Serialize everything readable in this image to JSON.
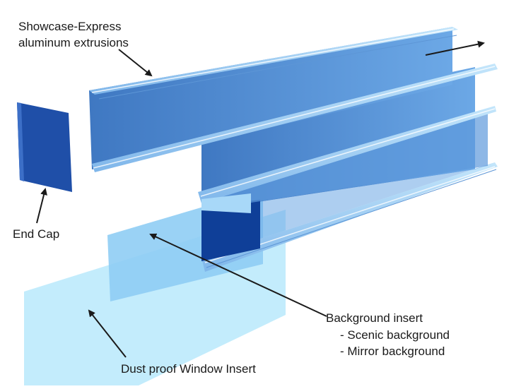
{
  "labels": {
    "extrusions_line1": "Showcase-Express",
    "extrusions_line2": "aluminum extrusions",
    "end_cap": "End Cap",
    "background_title": "Background insert",
    "background_opt1": "- Scenic background",
    "background_opt2": "- Mirror background",
    "window_insert": "Dust proof Window Insert"
  },
  "colors": {
    "face_light": "#9ed0f5",
    "face_mid": "#6aa6e4",
    "face_dark": "#3f78c2",
    "back_panel": "#4d86d0",
    "end_cap": "#1f4fa8",
    "window_insert": "#b9e9fb",
    "background_insert": "#8fcdf4",
    "dark_recess": "#0f3f98",
    "arrow": "#1a1a1a"
  }
}
